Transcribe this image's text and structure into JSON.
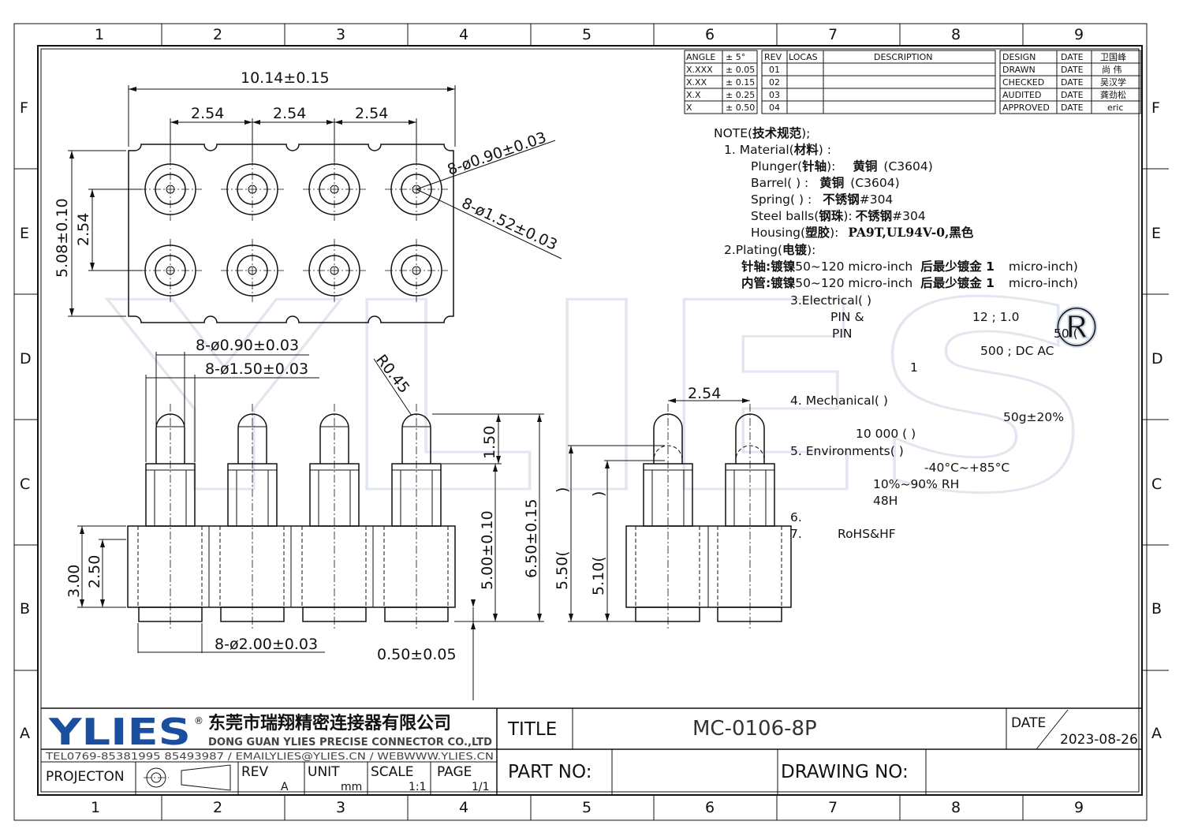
{
  "brand": {
    "logo_text": "YLIES",
    "registered_mark": "®",
    "company_cn": "东莞市瑞翔精密连接器有限公司",
    "company_en": "DONG GUAN YLIES PRECISE CONNECTOR CO.,LTD",
    "contact": "TEL0769-85381995 85493987  /  EMAILYLIES@YLIES.CN  /  WEBWWW.YLIES.CN",
    "logo_color": "#1a4fa0",
    "watermark_color": "#cfd8e6"
  },
  "grid": {
    "columns": [
      "1",
      "2",
      "3",
      "4",
      "5",
      "6",
      "7",
      "8",
      "9"
    ],
    "rows": [
      "F",
      "E",
      "D",
      "C",
      "B",
      "A"
    ]
  },
  "tolerance_table": {
    "rows": [
      {
        "key": "ANGLE",
        "value": "±  5°"
      },
      {
        "key": "X.XXX",
        "value": "± 0.05"
      },
      {
        "key": "X.XX",
        "value": "± 0.15"
      },
      {
        "key": "X.X",
        "value": "± 0.25"
      },
      {
        "key": "X",
        "value": "± 0.50"
      }
    ]
  },
  "revision_table": {
    "headers": [
      "REV",
      "LOCAS",
      "DESCRIPTION"
    ],
    "revs": [
      "01",
      "02",
      "03",
      "04"
    ]
  },
  "approval_table": {
    "rows": [
      {
        "role": "DESIGN",
        "date": "DATE",
        "name": "卫国峰"
      },
      {
        "role": "DRAWN",
        "date": "DATE",
        "name": "尚  伟"
      },
      {
        "role": "CHECKED",
        "date": "DATE",
        "name": "吴汉学"
      },
      {
        "role": "AUDITED",
        "date": "DATE",
        "name": "龚劲松"
      },
      {
        "role": "APPROVED",
        "date": "DATE",
        "name": "eric"
      }
    ]
  },
  "notes": {
    "title_a": "NOTE(",
    "title_b": "技术规范",
    "title_c": ");",
    "l1a": "1.  Material(",
    "l1b": "材料",
    "l1c": ") :",
    "l2a": "Plunger(",
    "l2b": "针轴",
    "l2c": "):",
    "l2d": "黄铜",
    "l2e": "(C3604)",
    "l3a": "Barrel(      ) :",
    "l3b": "黄铜",
    "l3c": "(C3604)",
    "l4a": "Spring(      ) :",
    "l4b": "不锈钢",
    "l4c": "#304",
    "l5a": "Steel  balls(",
    "l5b": "钢珠",
    "l5c": "):",
    "l5d": "不锈钢",
    "l5e": "#304",
    "l6a": "Housing(",
    "l6b": "塑胶",
    "l6c": "):",
    "l6d": "PA9T,UL94V-0,黑色",
    "l7a": "2.Plating(",
    "l7b": "电镀",
    "l7c": "):",
    "l8a": "针轴:镀镍",
    "l8b": "50~120  micro-inch",
    "l8c": "后最少镀金 1",
    "l8d": "micro-inch)",
    "l9a": "内管:镀镍",
    "l9b": "50~120  micro-inch",
    "l9c": "后最少镀金 1",
    "l9d": "micro-inch)",
    "e1": "3.Electrical(           )",
    "e2": "PIN      &",
    "e3": "12    ;  1.0",
    "e4": "PIN",
    "e5": "50    (",
    "e6": "500    ;  DC     AC",
    "e7": "1",
    "m1": "4.  Mechanical(           )",
    "m2": "50g±20%",
    "m3": "10   000  (      )",
    "v1": "5.  Environments(           )",
    "v2": "-40°C~+85°C",
    "v3": "10%~90%  RH",
    "v4": "48H",
    "n6": "6.",
    "n7": "7.",
    "n7b": "RoHS&HF"
  },
  "dimensions": {
    "overall_width": "10.14±0.15",
    "pitch_1": "2.54",
    "pitch_2": "2.54",
    "pitch_3": "2.54",
    "hole_inner": "8-ø0.90±0.03",
    "hole_outer": "8-ø1.52±0.03",
    "overall_height": "5.08±0.10",
    "row_pitch": "2.54",
    "plunger_dia": "8-ø0.90±0.03",
    "barrel_dia": "8-ø1.50±0.03",
    "radius": "R0.45",
    "plunger_len": "1.50",
    "body_len": "5.00±0.10",
    "total_len": "6.50±0.15",
    "housing_h": "3.00",
    "housing_h2": "2.50",
    "tail_dia": "8-ø2.00±0.03",
    "tail_len": "0.50±0.05",
    "side_pitch": "2.54",
    "stroke_a": "5.50(",
    "stroke_a_close": ")",
    "stroke_b": "5.10(",
    "stroke_b_close": ")"
  },
  "title_block": {
    "title_label": "TITLE",
    "title_value": "MC-0106-8P",
    "date_label": "DATE",
    "date_value": "2023-08-26",
    "part_no_label": "PART NO:",
    "drawing_no_label": "DRAWING NO:",
    "projection_label": "PROJECTON",
    "rev_label": "REV",
    "rev_value": "A",
    "unit_label": "UNIT",
    "unit_value": "mm",
    "scale_label": "SCALE",
    "scale_value": "1:1",
    "page_label": "PAGE",
    "page_value": "1/1"
  }
}
